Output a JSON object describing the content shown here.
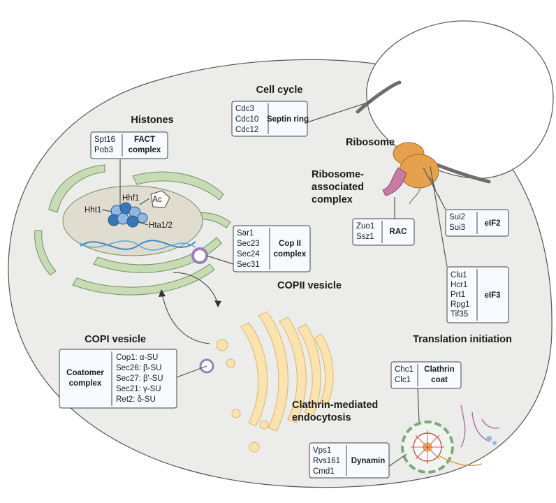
{
  "sections": {
    "cell_cycle": "Cell cycle",
    "histones": "Histones",
    "ribosome": "Ribosome",
    "rac_title_1": "Ribosome-",
    "rac_title_2": "associated",
    "rac_title_3": "complex",
    "copii_vesicle": "COPII vesicle",
    "copi_vesicle": "COPI vesicle",
    "translation_initiation": "Translation initiation",
    "clathrin_title_1": "Clathrin-mediated",
    "clathrin_title_2": "endocytosis"
  },
  "histone_labels": {
    "hht1": "Hht1",
    "hhf1": "Hhf1",
    "hta": "Hta1/2",
    "ac": "Ac"
  },
  "boxes": {
    "septin": {
      "proteins": [
        "Cdc3",
        "Cdc10",
        "Cdc12"
      ],
      "complex": "Septin ring"
    },
    "fact": {
      "proteins": [
        "Spt16",
        "Pob3"
      ],
      "complex_1": "FACT",
      "complex_2": "complex"
    },
    "copii": {
      "proteins": [
        "Sar1",
        "Sec23",
        "Sec24",
        "Sec31"
      ],
      "complex_1": "Cop II",
      "complex_2": "complex"
    },
    "rac": {
      "proteins": [
        "Zuo1",
        "Ssz1"
      ],
      "complex": "RAC"
    },
    "eif2": {
      "proteins": [
        "Sui2",
        "Sui3"
      ],
      "complex": "eIF2"
    },
    "eif3": {
      "proteins": [
        "Clu1",
        "Hcr1",
        "Prt1",
        "Rpg1",
        "Tif35"
      ],
      "complex": "eIF3"
    },
    "coatomer": {
      "complex_1": "Coatomer",
      "complex_2": "complex",
      "proteins": [
        "Cop1: α-SU",
        "Sec26: β-SU",
        "Sec27: β'-SU",
        "Sec21: γ-SU",
        "Ret2: δ-SU"
      ]
    },
    "clathrin": {
      "proteins": [
        "Chc1",
        "Clc1"
      ],
      "complex_1": "Clathrin",
      "complex_2": "coat"
    },
    "dynamin": {
      "proteins": [
        "Vps1",
        "Rvs161",
        "Cmd1"
      ],
      "complex": "Dynamin"
    }
  },
  "colors": {
    "cell_fill": "#ececea",
    "nucleus_fill": "#e0ddd0",
    "er_green": "#c7dcb5",
    "er_stroke": "#6f8f5f",
    "golgi_fill": "#fbe3b0",
    "golgi_stroke": "#d9b56a",
    "ribosome": "#e5a14d",
    "histone_blue": "#3a75b8",
    "vesicle_purple": "#9a7fb8"
  }
}
